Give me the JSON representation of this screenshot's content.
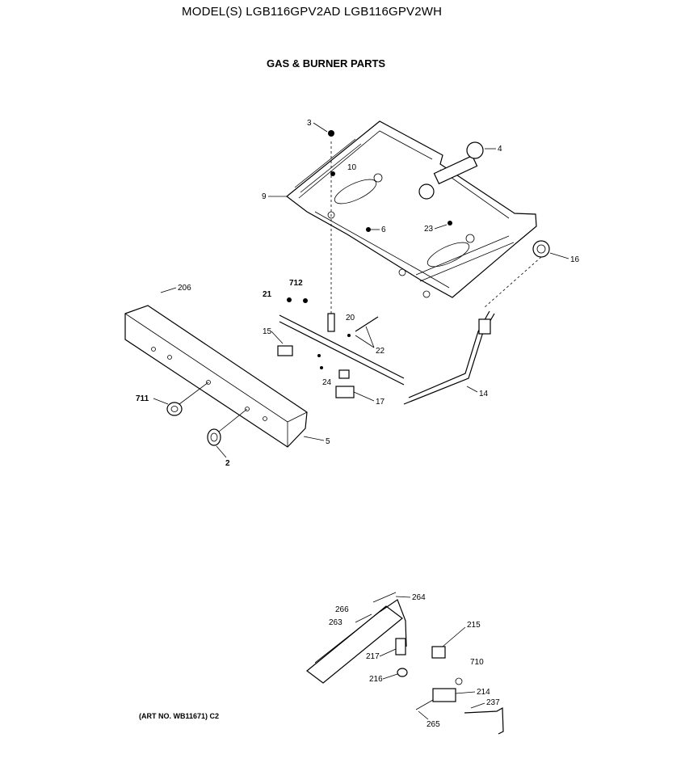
{
  "header": {
    "model_line": "MODEL(S) LGB116GPV2AD  LGB116GPV2WH",
    "section_title": "GAS & BURNER PARTS"
  },
  "footer": {
    "art_number": "(ART NO. WB11671) C2"
  },
  "callouts": {
    "c3": "3",
    "c4": "4",
    "c9": "9",
    "c10": "10",
    "c6": "6",
    "c23": "23",
    "c16": "16",
    "c206": "206",
    "c21": "21",
    "c712": "712",
    "c20": "20",
    "c15": "15",
    "c22": "22",
    "c24": "24",
    "c17": "17",
    "c14": "14",
    "c711": "711",
    "c5": "5",
    "c2": "2",
    "c264": "264",
    "c266": "266",
    "c263": "263",
    "c215": "215",
    "c217": "217",
    "c710": "710",
    "c216": "216",
    "c214": "214",
    "c237": "237",
    "c265": "265"
  }
}
